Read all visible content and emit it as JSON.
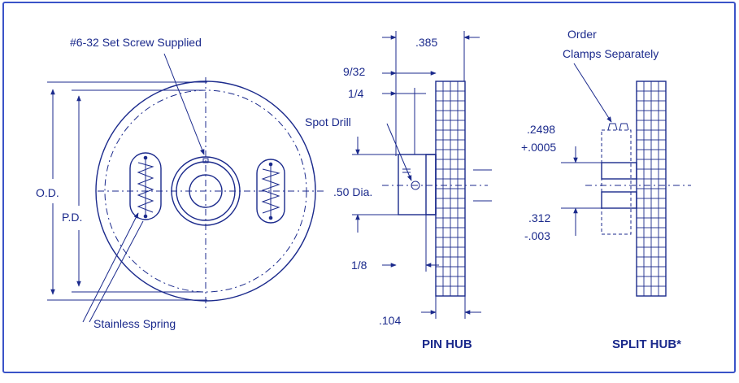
{
  "labels": {
    "set_screw": "#6-32 Set Screw Supplied",
    "od": "O.D.",
    "pd": "P.D.",
    "spring": "Stainless Spring",
    "dim_385": ".385",
    "dim_9_32": "9/32",
    "dim_1_4": "1/4",
    "spot_drill": "Spot Drill",
    "dim_50_dia": ".50 Dia.",
    "dim_1_8": "1/8",
    "dim_104": ".104",
    "pin_hub": "PIN HUB",
    "order": "Order",
    "clamps_separately": "Clamps Separately",
    "dim_2498": ".2498",
    "dim_0005": "+.0005",
    "dim_312": ".312",
    "dim_003": "-.003",
    "split_hub": "SPLIT HUB*"
  },
  "colors": {
    "ink": "#1b2a8c",
    "border": "#3a53c8",
    "background": "#ffffff"
  }
}
